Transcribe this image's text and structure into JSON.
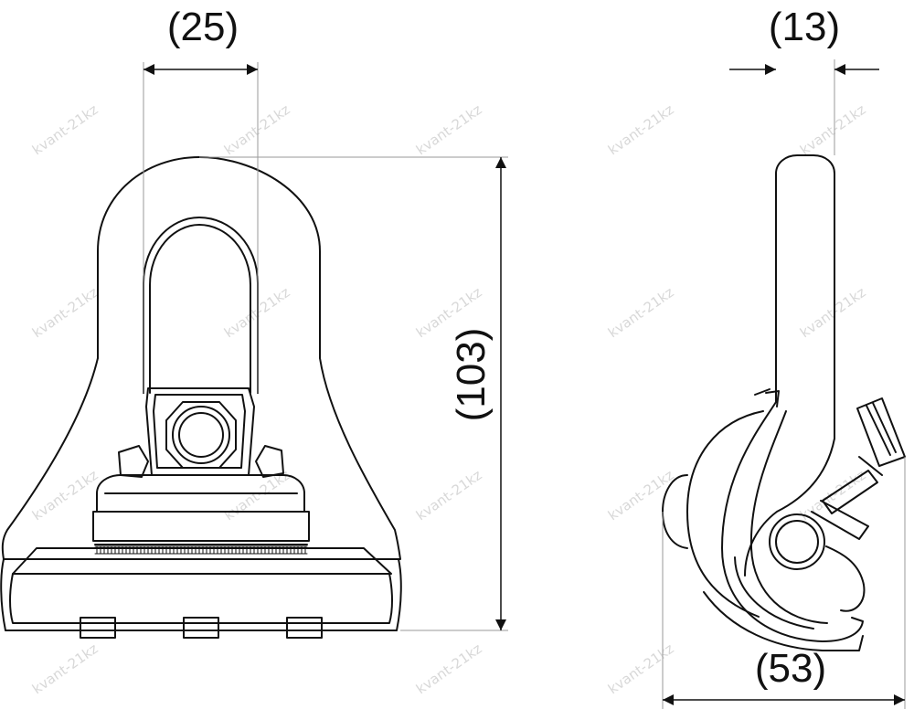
{
  "dimensions": {
    "width_top": "(25)",
    "height": "(103)",
    "thickness": "(13)",
    "depth": "(53)"
  },
  "watermark": "kvant-21kz",
  "colors": {
    "line": "#111111",
    "extension": "#9a9a9a",
    "watermark": "#d8d8d8",
    "background": "#ffffff"
  }
}
